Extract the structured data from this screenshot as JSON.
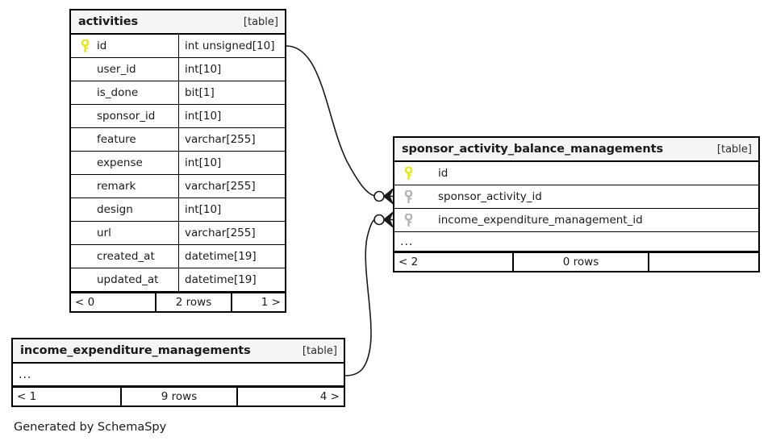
{
  "diagram": {
    "tool": "SchemaSpy",
    "caption": "Generated by SchemaSpy",
    "table_tag": "[table]",
    "ellipsis": "...",
    "colors": {
      "primary_key_icon": "#e8e800",
      "foreign_key_icon": "#b0b0b0",
      "border": "#000000",
      "header_background": "#f5f5f5",
      "node_background": "#ffffff",
      "page_background": "#ffffff",
      "text": "#1a1a1a"
    }
  },
  "tables": [
    {
      "id": "activities",
      "name": "activities",
      "tag": "[table]",
      "columns": [
        {
          "name": "id",
          "type": "int unsigned[10]",
          "key": "primary"
        },
        {
          "name": "user_id",
          "type": "int[10]",
          "key": "none"
        },
        {
          "name": "is_done",
          "type": "bit[1]",
          "key": "none"
        },
        {
          "name": "sponsor_id",
          "type": "int[10]",
          "key": "none"
        },
        {
          "name": "feature",
          "type": "varchar[255]",
          "key": "none"
        },
        {
          "name": "expense",
          "type": "int[10]",
          "key": "none"
        },
        {
          "name": "remark",
          "type": "varchar[255]",
          "key": "none"
        },
        {
          "name": "design",
          "type": "int[10]",
          "key": "none"
        },
        {
          "name": "url",
          "type": "varchar[255]",
          "key": "none"
        },
        {
          "name": "created_at",
          "type": "datetime[19]",
          "key": "none"
        },
        {
          "name": "updated_at",
          "type": "datetime[19]",
          "key": "none"
        }
      ],
      "has_ellipsis": false,
      "footer": {
        "left": "< 0",
        "middle": "2 rows",
        "right": "1 >"
      }
    },
    {
      "id": "sponsor_activity_balance_managements",
      "name": "sponsor_activity_balance_managements",
      "tag": "[table]",
      "columns": [
        {
          "name": "id",
          "type": "",
          "key": "primary"
        },
        {
          "name": "sponsor_activity_id",
          "type": "",
          "key": "foreign"
        },
        {
          "name": "income_expenditure_management_id",
          "type": "",
          "key": "foreign"
        }
      ],
      "has_ellipsis": true,
      "footer": {
        "left": "< 2",
        "middle": "0 rows",
        "right": ""
      }
    },
    {
      "id": "income_expenditure_managements",
      "name": "income_expenditure_managements",
      "tag": "[table]",
      "columns": [],
      "has_ellipsis": true,
      "footer": {
        "left": "< 1",
        "middle": "9 rows",
        "right": "4 >"
      }
    }
  ],
  "relationships": [
    {
      "id": "activities-to-sponsor-activity-id",
      "from_table": "activities",
      "from_column": "id",
      "to_table": "sponsor_activity_balance_managements",
      "to_column": "sponsor_activity_id",
      "cardinality": "one-to-many"
    },
    {
      "id": "income-expenditure-to-management-id",
      "from_table": "income_expenditure_managements",
      "from_column": "...",
      "to_table": "sponsor_activity_balance_managements",
      "to_column": "income_expenditure_management_id",
      "cardinality": "one-to-many"
    }
  ]
}
